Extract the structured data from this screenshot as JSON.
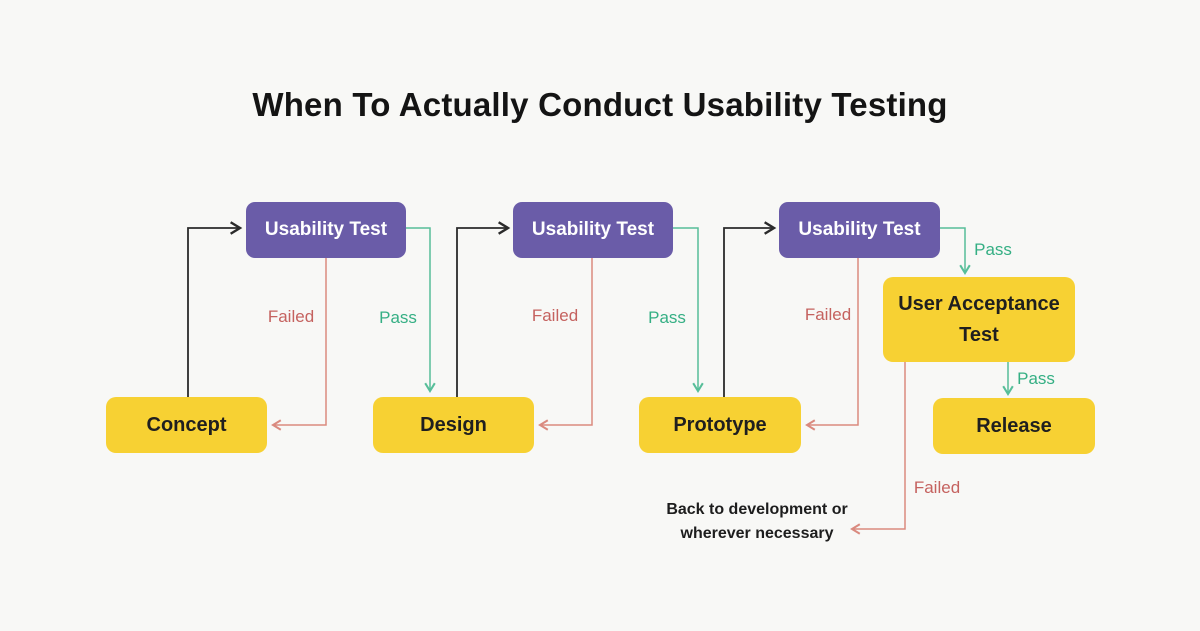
{
  "title": "When To Actually Conduct Usability Testing",
  "colors": {
    "background": "#f8f8f6",
    "test_box": "#6a5ca8",
    "stage_box": "#f7d133",
    "pass_green": "#35af84",
    "fail_red": "#c5625f",
    "fail_line": "#da8a7f",
    "flow_line": "#2b2b2b"
  },
  "nodes": {
    "tests": [
      {
        "label": "Usability Test"
      },
      {
        "label": "Usability Test"
      },
      {
        "label": "Usability Test"
      }
    ],
    "stages": [
      {
        "label": "Concept"
      },
      {
        "label": "Design"
      },
      {
        "label": "Prototype"
      },
      {
        "label": "User Acceptance Test"
      },
      {
        "label": "Release"
      }
    ]
  },
  "edge_labels": {
    "failed": [
      "Failed",
      "Failed",
      "Failed",
      "Failed"
    ],
    "pass": [
      "Pass",
      "Pass",
      "Pass",
      "Pass"
    ]
  },
  "note": {
    "line1": "Back to development or",
    "line2": "wherever necessary"
  }
}
